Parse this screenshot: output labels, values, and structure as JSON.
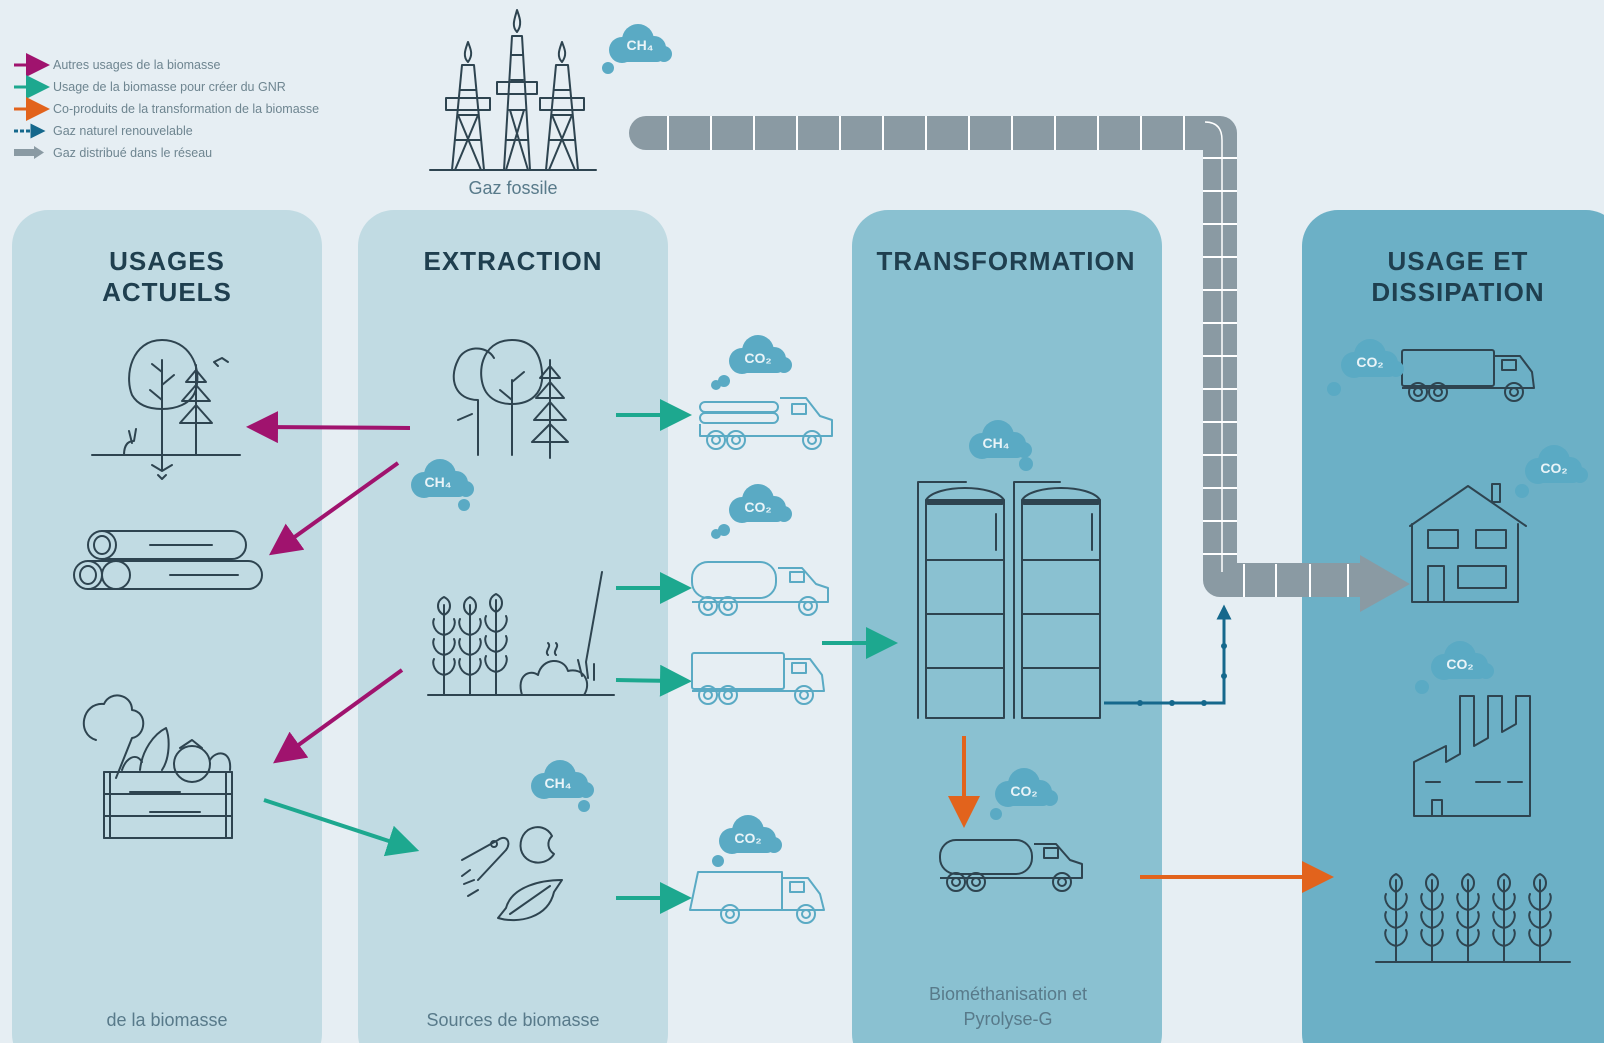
{
  "legend": [
    {
      "label": "Autres usages de la biomasse",
      "color": "#a0136e"
    },
    {
      "label": "Usage de la biomasse pour créer du GNR",
      "color": "#1da88f"
    },
    {
      "label": "Co-produits de la transformation de la biomasse",
      "color": "#e2631c"
    },
    {
      "label": "Gaz naturel renouvelable",
      "color": "#15688c"
    },
    {
      "label": "Gaz distribué dans le réseau",
      "color": "#8a9aa3"
    }
  ],
  "fossil": {
    "label": "Gaz fossile"
  },
  "columns": {
    "usages": {
      "title_line1": "USAGES",
      "title_line2": "ACTUELS",
      "subtitle": "de la biomasse"
    },
    "extraction": {
      "title": "EXTRACTION",
      "subtitle": "Sources de biomasse"
    },
    "transformation": {
      "title": "TRANSFORMATION",
      "subtitle_line1": "Biométhanisation et",
      "subtitle_line2": "Pyrolyse-G"
    },
    "usage": {
      "title_line1": "USAGE ET",
      "title_line2": "DISSIPATION"
    }
  },
  "gases": {
    "ch4": "CH₄",
    "co2": "CO₂"
  },
  "colors": {
    "usages_panel": "#c1dbe3",
    "extraction_panel": "#c1dbe3",
    "transformation_panel": "#8ac1d1",
    "usage_panel": "#6cb0c6",
    "cloud": "#5aaac4",
    "pipe": "#8a9aa3"
  }
}
